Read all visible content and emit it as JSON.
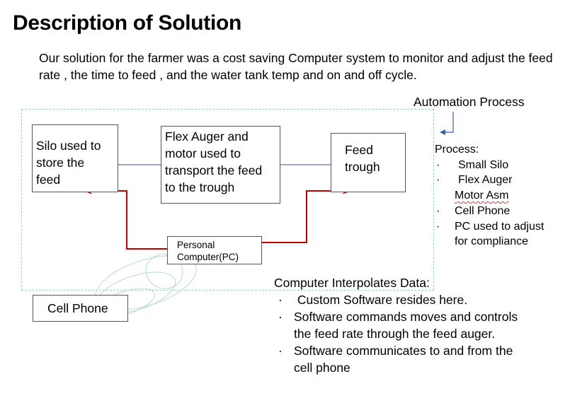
{
  "slide": {
    "title": "Description of Solution",
    "intro": "Our solution for the farmer was a cost saving Computer system to monitor and adjust the feed rate , the time to feed , and the water tank temp and on and off cycle."
  },
  "diagram": {
    "silo_lines": [
      "Silo used to",
      "store the",
      "feed"
    ],
    "auger_lines": [
      "Flex Auger and",
      "motor used to",
      "transport the feed",
      "to the trough"
    ],
    "trough_lines": [
      "Feed",
      "trough"
    ],
    "pc_lines": [
      "Personal",
      "Computer(PC)"
    ],
    "phone_label": "Cell Phone",
    "flow_color": "#c00000",
    "connector_color": "#4a4a8a"
  },
  "automation": {
    "title": "Automation Process",
    "process_label": "Process:",
    "items": [
      {
        "bullet": "·",
        "text": "Small Silo"
      },
      {
        "bullet": "·",
        "text": "Flex Auger"
      },
      {
        "bullet": "",
        "text": "Motor Asm"
      },
      {
        "bullet": "·",
        "text": "Cell Phone"
      },
      {
        "bullet": "·",
        "text": "PC used to adjust"
      },
      {
        "bullet": "",
        "text": "for compliance"
      }
    ]
  },
  "interpolation": {
    "title": "Computer Interpolates Data:",
    "items": [
      {
        "bullet": "·",
        "lines": [
          " Custom Software resides here."
        ]
      },
      {
        "bullet": "·",
        "lines": [
          "Software commands moves and controls",
          "the feed rate through the feed auger."
        ]
      },
      {
        "bullet": "·",
        "lines": [
          "Software communicates to and from the",
          "cell phone"
        ]
      }
    ]
  }
}
